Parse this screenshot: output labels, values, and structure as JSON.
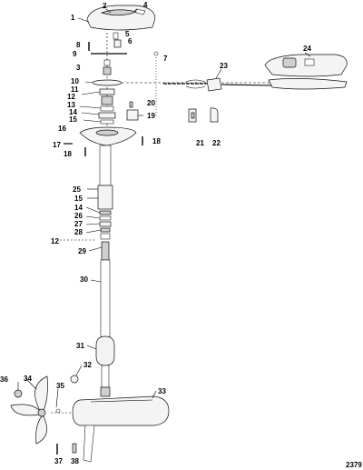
{
  "diagram": {
    "callouts": [
      {
        "id": "c1",
        "text": "1"
      },
      {
        "id": "c2",
        "text": "2"
      },
      {
        "id": "c4",
        "text": "4"
      },
      {
        "id": "c5",
        "text": "5"
      },
      {
        "id": "c6",
        "text": "6"
      },
      {
        "id": "c8",
        "text": "8"
      },
      {
        "id": "c9",
        "text": "9"
      },
      {
        "id": "c7",
        "text": "7"
      },
      {
        "id": "c24",
        "text": "24"
      },
      {
        "id": "c3",
        "text": "3"
      },
      {
        "id": "c23",
        "text": "23"
      },
      {
        "id": "c10",
        "text": "10"
      },
      {
        "id": "c11",
        "text": "11"
      },
      {
        "id": "c12a",
        "text": "12"
      },
      {
        "id": "c20",
        "text": "20"
      },
      {
        "id": "c13",
        "text": "13"
      },
      {
        "id": "c14a",
        "text": "14"
      },
      {
        "id": "c19",
        "text": "19"
      },
      {
        "id": "c15a",
        "text": "15"
      },
      {
        "id": "c16",
        "text": "16"
      },
      {
        "id": "c21",
        "text": "21"
      },
      {
        "id": "c22",
        "text": "22"
      },
      {
        "id": "c17",
        "text": "17"
      },
      {
        "id": "c18a",
        "text": "18"
      },
      {
        "id": "c18b",
        "text": "18"
      },
      {
        "id": "c25",
        "text": "25"
      },
      {
        "id": "c15b",
        "text": "15"
      },
      {
        "id": "c14b",
        "text": "14"
      },
      {
        "id": "c26",
        "text": "26"
      },
      {
        "id": "c27",
        "text": "27"
      },
      {
        "id": "c28",
        "text": "28"
      },
      {
        "id": "c12b",
        "text": "12"
      },
      {
        "id": "c29",
        "text": "29"
      },
      {
        "id": "c30",
        "text": "30"
      },
      {
        "id": "c31",
        "text": "31"
      },
      {
        "id": "c32",
        "text": "32"
      },
      {
        "id": "c33",
        "text": "33"
      },
      {
        "id": "c36",
        "text": "36"
      },
      {
        "id": "c34",
        "text": "34"
      },
      {
        "id": "c35",
        "text": "35"
      },
      {
        "id": "c37",
        "text": "37"
      },
      {
        "id": "c38",
        "text": "38"
      }
    ],
    "document_number": "2379"
  }
}
